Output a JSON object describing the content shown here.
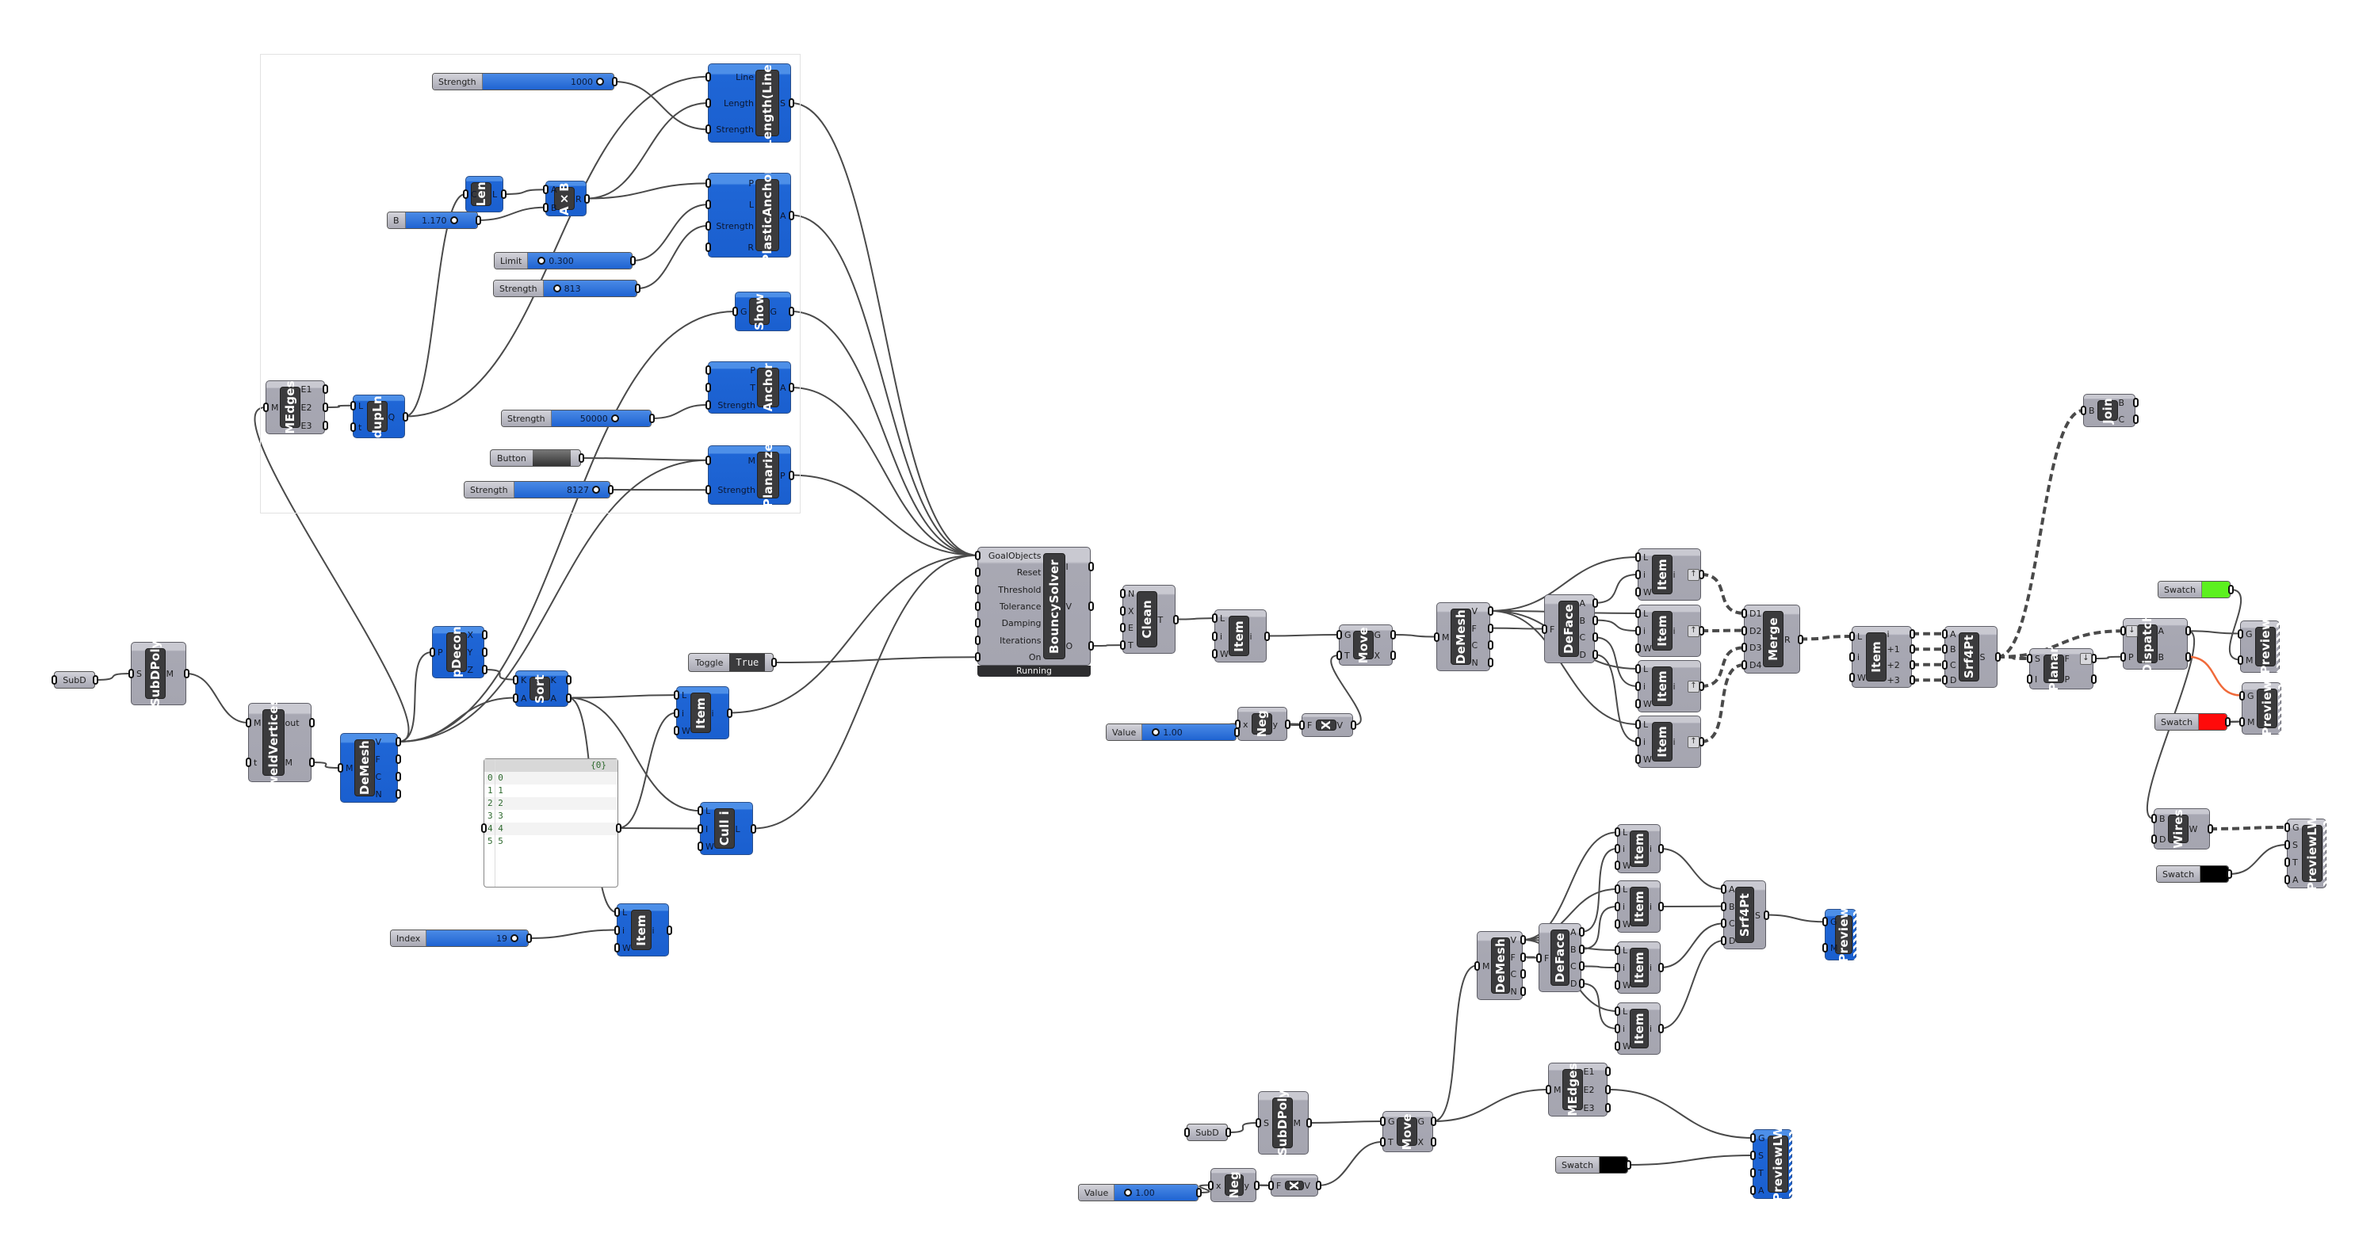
{
  "canvas": {
    "app": "Grasshopper",
    "background": "#ffffff"
  },
  "colors": {
    "wire": "#4a4a4a",
    "selected_blue": "#1f63d2",
    "component_grey": "#a8a8b3",
    "swatch_green": "#5cf01f",
    "swatch_red": "#ff0a0a",
    "swatch_black": "#000000",
    "wire_orange": "#f06a3a"
  },
  "sliders": {
    "strength_length": {
      "label": "Strength",
      "value": "1000"
    },
    "b_factor": {
      "label": "B",
      "value": "1.170"
    },
    "limit": {
      "label": "Limit",
      "value": "0.300"
    },
    "strength_plastic": {
      "label": "Strength",
      "value": "813"
    },
    "strength_anchor": {
      "label": "Strength",
      "value": "50000"
    },
    "strength_planarize": {
      "label": "Strength",
      "value": "8127"
    },
    "index": {
      "label": "Index",
      "value": "19"
    },
    "value_upper": {
      "label": "Value",
      "value": "1.00"
    },
    "value_lower": {
      "label": "Value",
      "value": "1.00"
    }
  },
  "button": {
    "label": "Button"
  },
  "toggle": {
    "label": "Toggle",
    "value": "True"
  },
  "subd_params": {
    "upper": "SubD",
    "lower": "SubD"
  },
  "swatches": {
    "green": "Swatch",
    "red": "Swatch",
    "black_upper": "Swatch",
    "black_lower": "Swatch"
  },
  "panel": {
    "header": "{0}",
    "rows": [
      [
        "0",
        "0"
      ],
      [
        "1",
        "1"
      ],
      [
        "2",
        "2"
      ],
      [
        "3",
        "3"
      ],
      [
        "4",
        "4"
      ],
      [
        "5",
        "5"
      ]
    ]
  },
  "solver": {
    "status": "Running"
  },
  "components": {
    "length_line": {
      "title": "Length(Line)",
      "inputs": [
        "Line",
        "Length",
        "Strength"
      ],
      "outputs": [
        "S"
      ]
    },
    "len": {
      "title": "Len",
      "inputs": [
        "C"
      ],
      "outputs": [
        "L"
      ]
    },
    "mult": {
      "title": "A×B",
      "inputs": [
        "A",
        "B"
      ],
      "outputs": [
        "R"
      ]
    },
    "plastic_anchor": {
      "title": "PlasticAnchor",
      "inputs": [
        "P",
        "L",
        "Strength",
        "R"
      ],
      "outputs": [
        "A"
      ]
    },
    "show": {
      "title": "Show",
      "inputs": [
        "G"
      ],
      "outputs": [
        "G"
      ]
    },
    "anchor": {
      "title": "Anchor",
      "inputs": [
        "P",
        "T",
        "Strength"
      ],
      "outputs": [
        "A"
      ]
    },
    "planarize": {
      "title": "Planarize",
      "inputs": [
        "M",
        "Strength"
      ],
      "outputs": [
        "P"
      ]
    },
    "medges_top": {
      "title": "MEdges",
      "inputs": [
        "M"
      ],
      "outputs": [
        "E1",
        "E2",
        "E3"
      ]
    },
    "dupln": {
      "title": "dupLn",
      "inputs": [
        "L",
        "t"
      ],
      "outputs": [
        "Q"
      ]
    },
    "subdpoly_a": {
      "title": "SubDPoly",
      "inputs": [
        "S"
      ],
      "outputs": [
        "M"
      ]
    },
    "weld": {
      "title": "weldVertices",
      "inputs": [
        "M",
        "t"
      ],
      "outputs": [
        "out",
        "M"
      ]
    },
    "demesh_a": {
      "title": "DeMesh",
      "inputs": [
        "M"
      ],
      "outputs": [
        "V",
        "F",
        "C",
        "N"
      ]
    },
    "pdecon": {
      "title": "pDecon",
      "inputs": [
        "P"
      ],
      "outputs": [
        "X",
        "Y",
        "Z"
      ]
    },
    "sort": {
      "title": "Sort",
      "inputs": [
        "K",
        "A"
      ],
      "outputs": [
        "K",
        "A"
      ]
    },
    "item_a": {
      "title": "Item",
      "inputs": [
        "L",
        "i",
        "W"
      ],
      "outputs": [
        "i"
      ]
    },
    "cull": {
      "title": "Cull i",
      "inputs": [
        "L",
        "I",
        "W"
      ],
      "outputs": [
        "L"
      ]
    },
    "item_b": {
      "title": "Item",
      "inputs": [
        "L",
        "i",
        "W"
      ],
      "outputs": [
        "i"
      ]
    },
    "solver": {
      "title": "BouncySolver",
      "inputs": [
        "GoalObjects",
        "Reset",
        "Threshold",
        "Tolerance",
        "Damping",
        "Iterations",
        "On"
      ],
      "outputs": [
        "I",
        "V",
        "O"
      ]
    },
    "clean": {
      "title": "Clean",
      "inputs": [
        "N",
        "X",
        "E",
        "T"
      ],
      "outputs": [
        "T"
      ]
    },
    "item_c": {
      "title": "Item",
      "inputs": [
        "L",
        "i",
        "W"
      ],
      "outputs": [
        "i"
      ]
    },
    "move_a": {
      "title": "Move",
      "inputs": [
        "G",
        "T"
      ],
      "outputs": [
        "G",
        "X"
      ]
    },
    "neg_a": {
      "title": "Neg",
      "inputs": [
        "x"
      ],
      "outputs": [
        "y"
      ]
    },
    "unitx_a": {
      "title": "X",
      "inputs": [
        "F"
      ],
      "outputs": [
        "V"
      ]
    },
    "demesh_b": {
      "title": "DeMesh",
      "inputs": [
        "M"
      ],
      "outputs": [
        "V",
        "F",
        "C",
        "N"
      ]
    },
    "deface_b": {
      "title": "DeFace",
      "inputs": [
        "F"
      ],
      "outputs": [
        "A",
        "B",
        "C",
        "D"
      ]
    },
    "item_d1": {
      "title": "Item",
      "inputs": [
        "L",
        "i",
        "W"
      ],
      "outputs": [
        "i"
      ]
    },
    "item_d2": {
      "title": "Item",
      "inputs": [
        "L",
        "i",
        "W"
      ],
      "outputs": [
        "i"
      ]
    },
    "item_d3": {
      "title": "Item",
      "inputs": [
        "L",
        "i",
        "W"
      ],
      "outputs": [
        "i"
      ]
    },
    "item_d4": {
      "title": "Item",
      "inputs": [
        "L",
        "i",
        "W"
      ],
      "outputs": [
        "i"
      ]
    },
    "merge": {
      "title": "Merge",
      "inputs": [
        "D1",
        "D2",
        "D3",
        "D4"
      ],
      "outputs": [
        "R"
      ]
    },
    "item_e": {
      "title": "Item",
      "inputs": [
        "L",
        "i",
        "W"
      ],
      "outputs": [
        "i",
        "+1",
        "+2",
        "+3"
      ]
    },
    "srf4pt_a": {
      "title": "Srf4Pt",
      "inputs": [
        "A",
        "B",
        "C",
        "D"
      ],
      "outputs": [
        "S"
      ]
    },
    "planar": {
      "title": "Planar",
      "inputs": [
        "S",
        "I"
      ],
      "outputs": [
        "F",
        "P"
      ]
    },
    "join": {
      "title": "Join",
      "inputs": [
        "B"
      ],
      "outputs": [
        "B",
        "C"
      ]
    },
    "dispatch": {
      "title": "Dispatch",
      "inputs": [
        "L",
        "P"
      ],
      "outputs": [
        "A",
        "B"
      ]
    },
    "preview_a": {
      "title": "Preview",
      "inputs": [
        "G",
        "M"
      ],
      "outputs": []
    },
    "preview_b": {
      "title": "Preview",
      "inputs": [
        "G",
        "M"
      ],
      "outputs": []
    },
    "wires": {
      "title": "Wires",
      "inputs": [
        "B",
        "D"
      ],
      "outputs": [
        "W"
      ]
    },
    "previewlw_a": {
      "title": "PreviewLW",
      "inputs": [
        "G",
        "S",
        "T",
        "A"
      ],
      "outputs": []
    },
    "demesh_c": {
      "title": "DeMesh",
      "inputs": [
        "M"
      ],
      "outputs": [
        "V",
        "F",
        "C",
        "N"
      ]
    },
    "deface_c": {
      "title": "DeFace",
      "inputs": [
        "F"
      ],
      "outputs": [
        "A",
        "B",
        "C",
        "D"
      ]
    },
    "item_f1": {
      "title": "Item",
      "inputs": [
        "L",
        "i",
        "W"
      ],
      "outputs": [
        "i"
      ]
    },
    "item_f2": {
      "title": "Item",
      "inputs": [
        "L",
        "i",
        "W"
      ],
      "outputs": [
        "i"
      ]
    },
    "item_f3": {
      "title": "Item",
      "inputs": [
        "L",
        "i",
        "W"
      ],
      "outputs": [
        "i"
      ]
    },
    "item_f4": {
      "title": "Item",
      "inputs": [
        "L",
        "i",
        "W"
      ],
      "outputs": [
        "i"
      ]
    },
    "srf4pt_c": {
      "title": "Srf4Pt",
      "inputs": [
        "A",
        "B",
        "C",
        "D"
      ],
      "outputs": [
        "S"
      ]
    },
    "preview_c": {
      "title": "Preview",
      "inputs": [
        "G",
        "M"
      ],
      "outputs": []
    },
    "subdpoly_c": {
      "title": "SubDPoly",
      "inputs": [
        "S"
      ],
      "outputs": [
        "M"
      ]
    },
    "move_c": {
      "title": "Move",
      "inputs": [
        "G",
        "T"
      ],
      "outputs": [
        "G",
        "X"
      ]
    },
    "neg_c": {
      "title": "Neg",
      "inputs": [
        "x"
      ],
      "outputs": [
        "y"
      ]
    },
    "unitx_c": {
      "title": "X",
      "inputs": [
        "F"
      ],
      "outputs": [
        "V"
      ]
    },
    "medges_c": {
      "title": "MEdges",
      "inputs": [
        "M"
      ],
      "outputs": [
        "E1",
        "E2",
        "E3"
      ]
    },
    "previewlw_c": {
      "title": "PreviewLW",
      "inputs": [
        "G",
        "S",
        "T",
        "A"
      ],
      "outputs": []
    }
  }
}
